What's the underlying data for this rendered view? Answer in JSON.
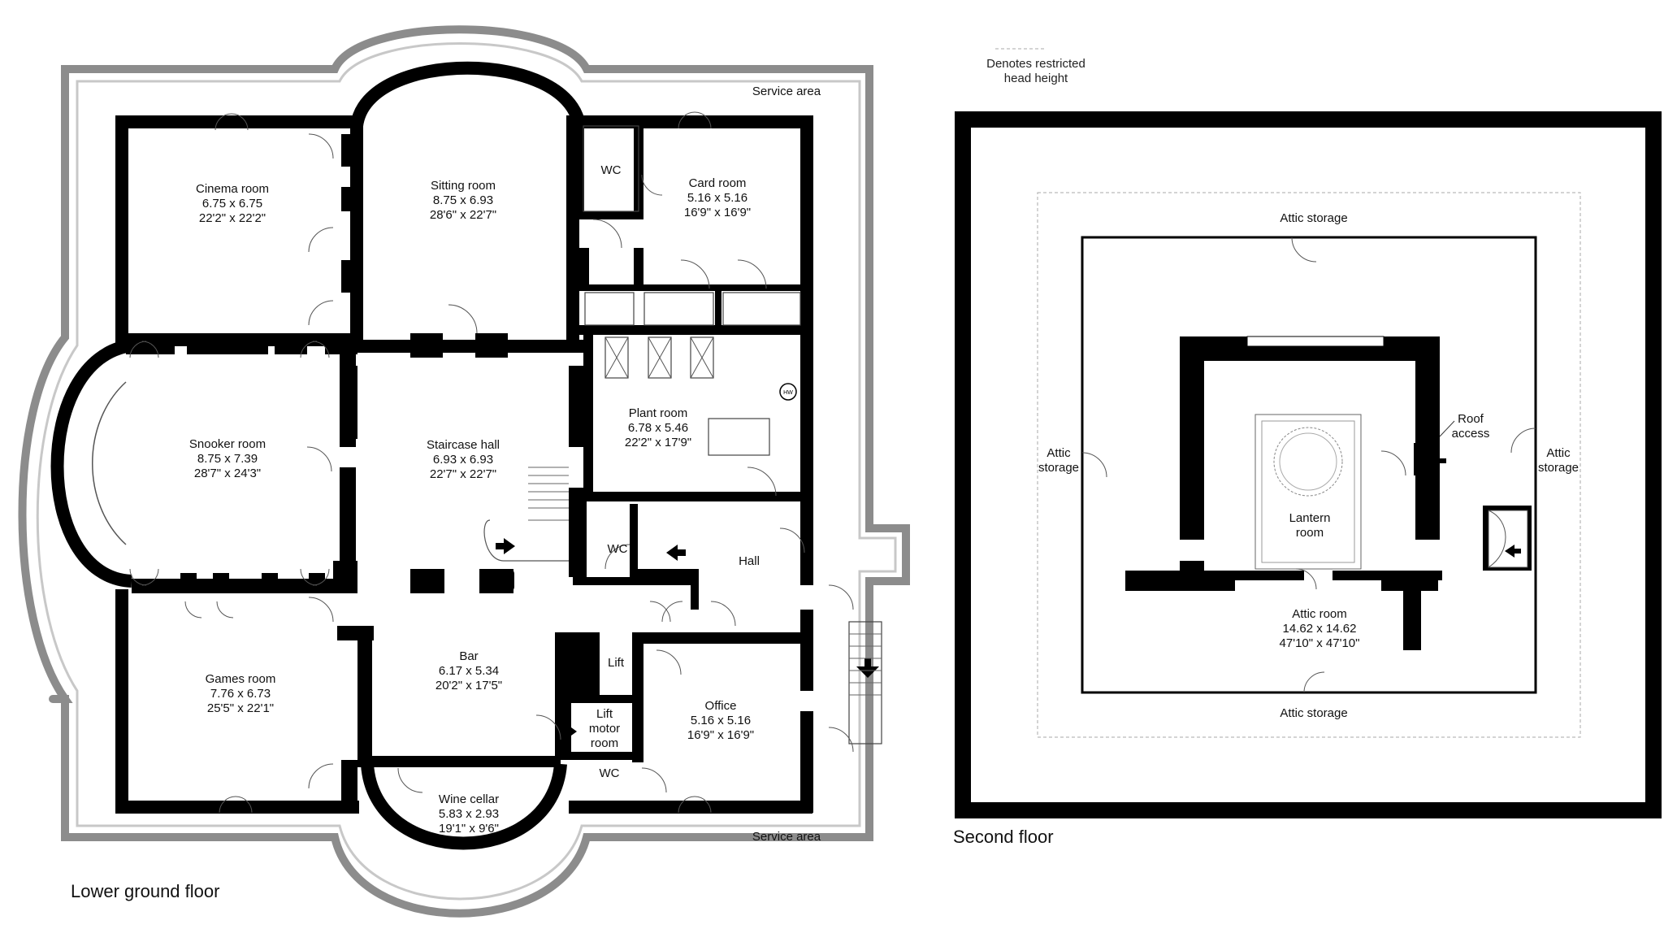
{
  "colors": {
    "wall": "#000000",
    "outer_wall": "#8c8c8c",
    "line": "#444444",
    "restricted": "#aaaaaa"
  },
  "floors": {
    "lower": "Lower ground floor",
    "second": "Second floor"
  },
  "legend": {
    "line1": "Denotes restricted",
    "line2": "head height"
  },
  "service_area_top": "Service area",
  "service_area_bottom": "Service area",
  "lower_rooms": {
    "cinema": {
      "name": "Cinema room",
      "metric": "6.75 x 6.75",
      "imperial": "22'2\" x 22'2\""
    },
    "sitting": {
      "name": "Sitting room",
      "metric": "8.75 x 6.93",
      "imperial": "28'6\" x 22'7\""
    },
    "wc1": {
      "name": "WC"
    },
    "card": {
      "name": "Card room",
      "metric": "5.16 x 5.16",
      "imperial": "16'9\" x 16'9\""
    },
    "snooker": {
      "name": "Snooker room",
      "metric": "8.75 x 7.39",
      "imperial": "28'7\" x 24'3\""
    },
    "staircase": {
      "name": "Staircase hall",
      "metric": "6.93 x 6.93",
      "imperial": "22'7\" x 22'7\""
    },
    "plant": {
      "name": "Plant room",
      "metric": "6.78 x 5.46",
      "imperial": "22'2\" x 17'9\""
    },
    "wc2": {
      "name": "WC"
    },
    "hall": {
      "name": "Hall"
    },
    "games": {
      "name": "Games room",
      "metric": "7.76 x 6.73",
      "imperial": "25'5\" x 22'1\""
    },
    "bar": {
      "name": "Bar",
      "metric": "6.17 x 5.34",
      "imperial": "20'2\" x 17'5\""
    },
    "lift": {
      "name": "Lift"
    },
    "lift_motor": {
      "line1": "Lift",
      "line2": "motor",
      "line3": "room"
    },
    "office": {
      "name": "Office",
      "metric": "5.16 x 5.16",
      "imperial": "16'9\" x 16'9\""
    },
    "wc3": {
      "name": "WC"
    },
    "wine": {
      "name": "Wine cellar",
      "metric": "5.83 x 2.93",
      "imperial": "19'1\" x 9'6\""
    },
    "hw": {
      "name": "HW"
    }
  },
  "second_rooms": {
    "attic_top": "Attic storage",
    "attic_bottom": "Attic storage",
    "attic_left": {
      "line1": "Attic",
      "line2": "storage"
    },
    "attic_right": {
      "line1": "Attic",
      "line2": "storage"
    },
    "roof_access": {
      "line1": "Roof",
      "line2": "access"
    },
    "lantern": {
      "line1": "Lantern",
      "line2": "room"
    },
    "attic_room": {
      "name": "Attic room",
      "metric": "14.62 x 14.62",
      "imperial": "47'10\" x 47'10\""
    }
  }
}
